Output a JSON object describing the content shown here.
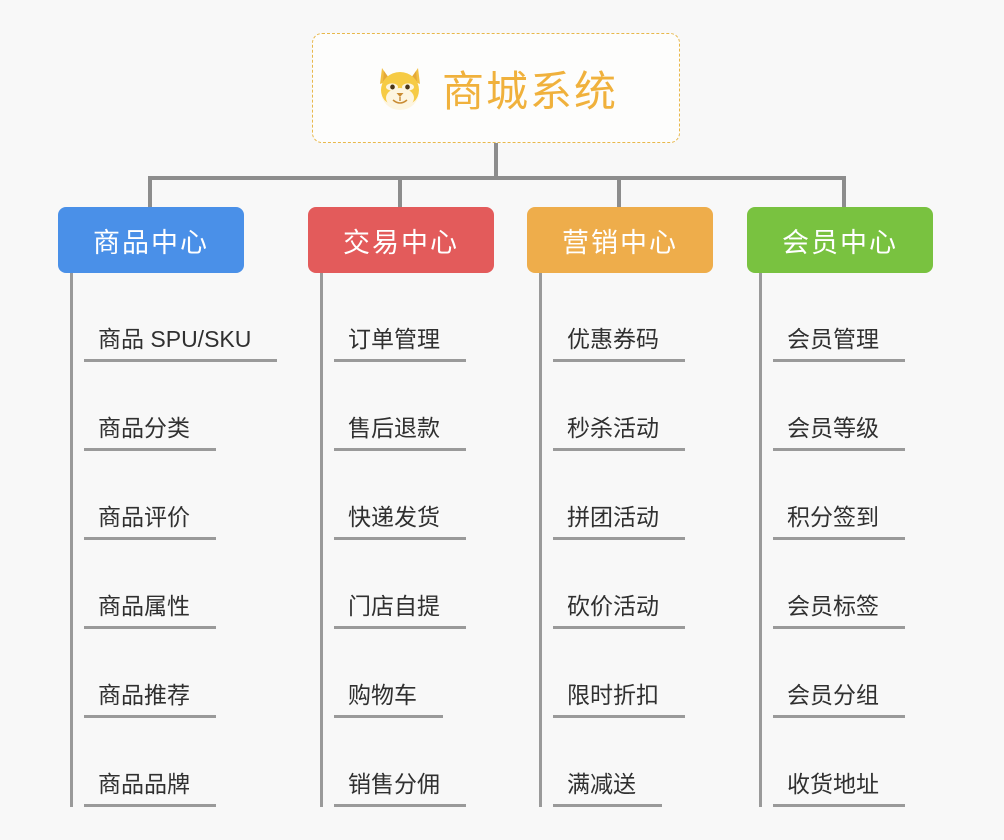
{
  "diagram": {
    "type": "mind-map",
    "background_color": "#f8f8f8",
    "root": {
      "title": "商城系统",
      "icon": "shiba-dog-face-icon",
      "icon_glyph": "🐶",
      "text_color": "#f0b13c",
      "border_color": "#e8b84b",
      "border_style": "dashed"
    },
    "connector_color": "#8d8d8d",
    "leaf_line_color": "#9a9a9a",
    "leaf_text_color": "#303030",
    "categories": [
      {
        "label": "商品中心",
        "color": "#4a90e8",
        "items": [
          {
            "label": "商品 SPU/SKU"
          },
          {
            "label": "商品分类"
          },
          {
            "label": "商品评价"
          },
          {
            "label": "商品属性"
          },
          {
            "label": "商品推荐"
          },
          {
            "label": "商品品牌"
          }
        ]
      },
      {
        "label": "交易中心",
        "color": "#e35b5b",
        "items": [
          {
            "label": "订单管理"
          },
          {
            "label": "售后退款"
          },
          {
            "label": "快递发货"
          },
          {
            "label": "门店自提"
          },
          {
            "label": "购物车"
          },
          {
            "label": "销售分佣"
          }
        ]
      },
      {
        "label": "营销中心",
        "color": "#eead4b",
        "items": [
          {
            "label": "优惠券码"
          },
          {
            "label": "秒杀活动"
          },
          {
            "label": "拼团活动"
          },
          {
            "label": "砍价活动"
          },
          {
            "label": "限时折扣"
          },
          {
            "label": "满减送"
          }
        ]
      },
      {
        "label": "会员中心",
        "color": "#79c240",
        "items": [
          {
            "label": "会员管理"
          },
          {
            "label": "会员等级"
          },
          {
            "label": "积分签到"
          },
          {
            "label": "会员标签"
          },
          {
            "label": "会员分组"
          },
          {
            "label": "收货地址"
          }
        ]
      }
    ]
  }
}
